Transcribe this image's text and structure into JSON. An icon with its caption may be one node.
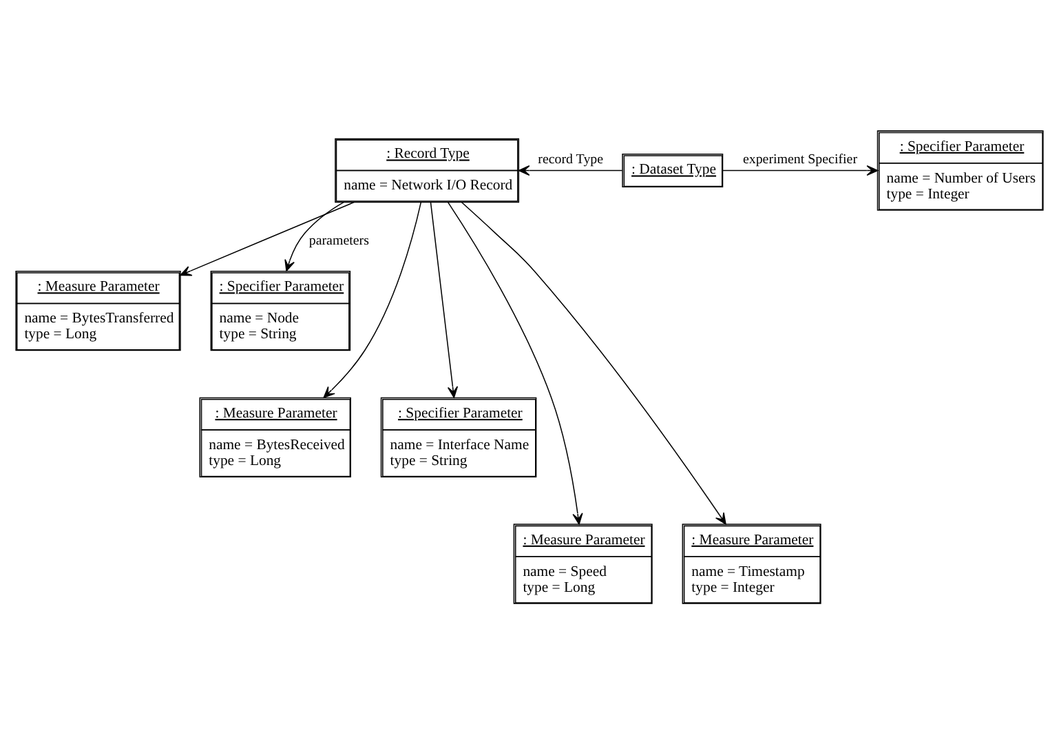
{
  "diagram": {
    "nodes": [
      {
        "text": [
          ": Record Type",
          "name = Network I/O Record"
        ]
      },
      {
        "text": [
          ": Dataset Type"
        ]
      },
      {
        "text": [
          ": Specifier Parameter",
          "name = Number of Users",
          "type = Integer"
        ]
      },
      {
        "text": [
          ": Measure Parameter",
          "name = BytesTransferred",
          "type = Long"
        ]
      },
      {
        "text": [
          ": Specifier Parameter",
          "name = Node",
          "type = String"
        ]
      },
      {
        "text": [
          ": Measure Parameter",
          "name = BytesReceived",
          "type = Long"
        ]
      },
      {
        "text": [
          ": Specifier Parameter",
          "name = Interface Name",
          "type = String"
        ]
      },
      {
        "text": [
          ": Measure Parameter",
          "name = Speed",
          "type = Long"
        ]
      },
      {
        "text": [
          ": Measure Parameter",
          "name = Timestamp",
          "type = Integer"
        ]
      }
    ],
    "edges": [
      {
        "from": 1,
        "to": 0,
        "arrow": "to",
        "label": "record Type"
      },
      {
        "from": 1,
        "to": 2,
        "arrow": "to",
        "label": "experiment Specifier"
      },
      {
        "from": 0,
        "to": 3,
        "arrow": "to"
      },
      {
        "from": 0,
        "to": 4,
        "arrow": "to",
        "label": "parameters"
      },
      {
        "from": 0,
        "to": 5,
        "arrow": "to"
      },
      {
        "from": 0,
        "to": 6,
        "arrow": "to"
      },
      {
        "from": 0,
        "to": 7,
        "arrow": "to"
      },
      {
        "from": 0,
        "to": 8,
        "arrow": "to"
      }
    ]
  }
}
